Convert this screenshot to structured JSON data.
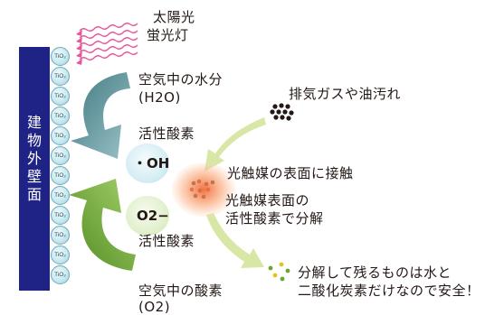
{
  "colors": {
    "wall": "#1f2385",
    "upper_arrow": "#5b8e95",
    "lower_arrow": "#6aa52e",
    "light_arrow": "#d9e7a6",
    "uv_rays": "#e4559a"
  },
  "wall_label": "建物外壁面",
  "tio2_label": "TiO₂",
  "tio2_count": 12,
  "light_sources": {
    "sunlight": "太陽光",
    "fluorescent": "蛍光灯"
  },
  "moisture": {
    "line1": "空気中の水分",
    "line2": "(H2O)"
  },
  "hydroxyl": {
    "heading": "活性酸素",
    "symbol": "・OH"
  },
  "superoxide": {
    "symbol": "O2−",
    "caption": "活性酸素"
  },
  "oxygen": {
    "line1": "空気中の酸素",
    "line2": "(O2)"
  },
  "pollutant": "排気ガスや油汚れ",
  "contact": "光触媒の表面に接触",
  "decompose": {
    "line1": "光触媒表面の",
    "line2": "活性酸素で分解"
  },
  "result": {
    "line1": "分解して残るものは水と",
    "line2": "二酸化炭素だけなので安全！"
  }
}
